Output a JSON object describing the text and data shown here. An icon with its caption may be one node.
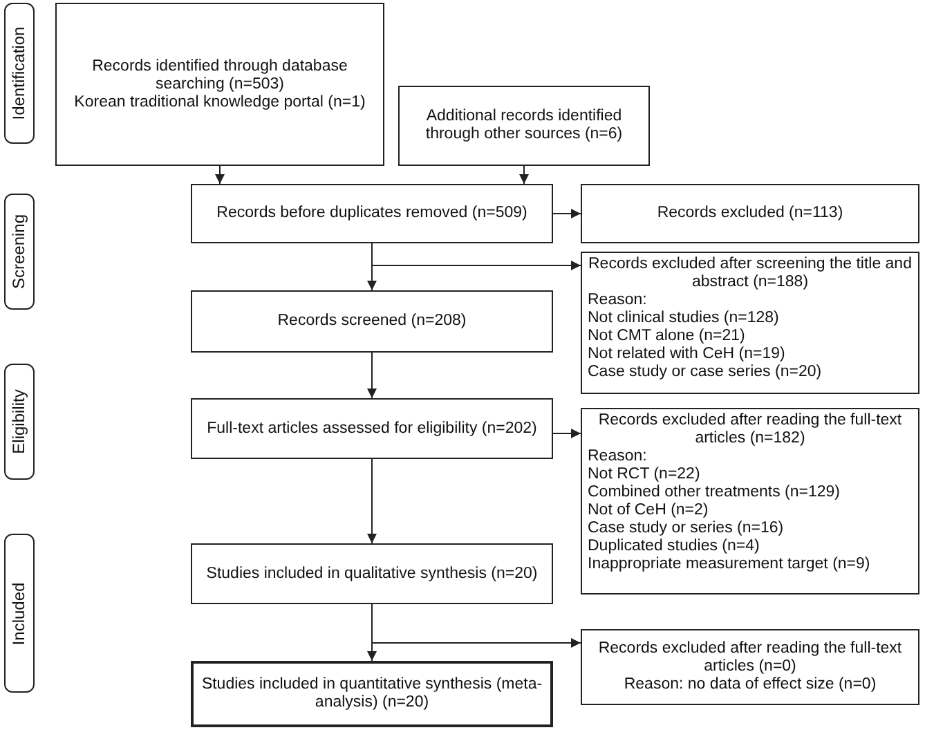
{
  "diagram": {
    "nodes": [
      {
        "text": [
          "Identification"
        ]
      },
      {
        "text": [
          "Screening"
        ]
      },
      {
        "text": [
          "Eligibility"
        ]
      },
      {
        "text": [
          "Included"
        ]
      },
      {
        "text": [
          "Records identified through database searching (n=503)",
          "Korean traditional knowledge portal (n=1)"
        ]
      },
      {
        "text": [
          "Additional records identified through other sources (n=6)"
        ]
      },
      {
        "text": [
          "Records before duplicates removed (n=509)"
        ]
      },
      {
        "text": [
          "Records excluded (n=113)"
        ]
      },
      {
        "text": [
          "Records excluded after screening the title and abstract (n=188)",
          "Reason:",
          "Not clinical studies (n=128)",
          "Not CMT alone (n=21)",
          "Not related with CeH (n=19)",
          "Case study or case series (n=20)"
        ]
      },
      {
        "text": [
          "Records screened (n=208)"
        ]
      },
      {
        "text": [
          "Full-text articles assessed for eligibility (n=202)"
        ]
      },
      {
        "text": [
          "Records excluded after reading the full-text articles (n=182)",
          "Reason:",
          "Not RCT (n=22)",
          "Combined other treatments (n=129)",
          "Not of CeH (n=2)",
          "Case study or series (n=16)",
          "Duplicated studies (n=4)",
          "Inappropriate measurement target (n=9)"
        ]
      },
      {
        "text": [
          "Studies included in qualitative synthesis (n=20)"
        ]
      },
      {
        "text": [
          "Records excluded after reading the full-text articles (n=0)",
          "Reason: no data of effect size (n=0)"
        ]
      },
      {
        "text": [
          "Studies included in quantitative synthesis (meta-analysis) (n=20)"
        ]
      }
    ],
    "edges": [
      {
        "from": 4,
        "to": 6,
        "arrow": "to"
      },
      {
        "from": 5,
        "to": 6,
        "arrow": "to"
      },
      {
        "from": 6,
        "to": 7,
        "arrow": "to"
      },
      {
        "from": 6,
        "to": 8,
        "arrow": "to"
      },
      {
        "from": 6,
        "to": 9,
        "arrow": "to"
      },
      {
        "from": 9,
        "to": 10,
        "arrow": "to"
      },
      {
        "from": 10,
        "to": 11,
        "arrow": "to"
      },
      {
        "from": 10,
        "to": 12,
        "arrow": "to"
      },
      {
        "from": 12,
        "to": 13,
        "arrow": "to"
      },
      {
        "from": 12,
        "to": 14,
        "arrow": "to"
      }
    ]
  }
}
